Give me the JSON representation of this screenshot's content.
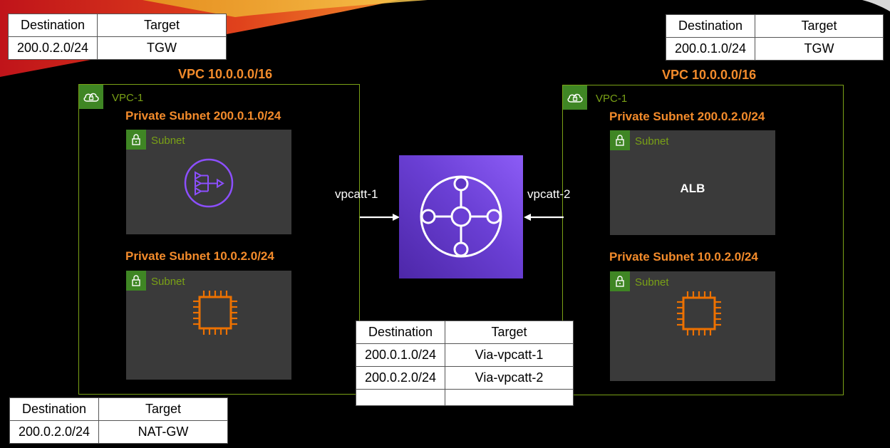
{
  "route_tables": {
    "top_left": {
      "headers": [
        "Destination",
        "Target"
      ],
      "rows": [
        [
          "200.0.2.0/24",
          "TGW"
        ]
      ]
    },
    "top_right": {
      "headers": [
        "Destination",
        "Target"
      ],
      "rows": [
        [
          "200.0.1.0/24",
          "TGW"
        ]
      ]
    },
    "bottom_left": {
      "headers": [
        "Destination",
        "Target"
      ],
      "rows": [
        [
          "200.0.2.0/24",
          "NAT-GW"
        ]
      ]
    },
    "tgw": {
      "headers": [
        "Destination",
        "Target"
      ],
      "rows": [
        [
          "200.0.1.0/24",
          "Via-vpcatt-1"
        ],
        [
          "200.0.2.0/24",
          "Via-vpcatt-2"
        ]
      ]
    }
  },
  "left_vpc": {
    "cidr_label": "VPC 10.0.0.0/16",
    "name": "VPC-1",
    "subnet1_title": "Private Subnet  200.0.1.0/24",
    "subnet1_name": "Subnet",
    "subnet1_icon": "nat-gateway-icon",
    "subnet2_title": "Private Subnet  10.0.2.0/24",
    "subnet2_name": "Subnet",
    "subnet2_icon": "ec2-instance-icon"
  },
  "right_vpc": {
    "cidr_label": "VPC 10.0.0.0/16",
    "name": "VPC-1",
    "subnet1_title": "Private Subnet  200.0.2.0/24",
    "subnet1_name": "Subnet",
    "subnet1_content": "ALB",
    "subnet2_title": "Private Subnet  10.0.2.0/24",
    "subnet2_name": "Subnet",
    "subnet2_icon": "ec2-instance-icon"
  },
  "attachments": {
    "left": "vpcatt-1",
    "right": "vpcatt-2"
  },
  "transit_gateway_icon": "transit-gateway-icon",
  "colors": {
    "accent_orange": "#f38b2b",
    "vpc_green": "#7aa116",
    "badge_green": "#3f8624",
    "tgw_purple": "#6a3fd4",
    "nat_purple": "#8c4fff",
    "ec2_orange": "#ed7100"
  }
}
